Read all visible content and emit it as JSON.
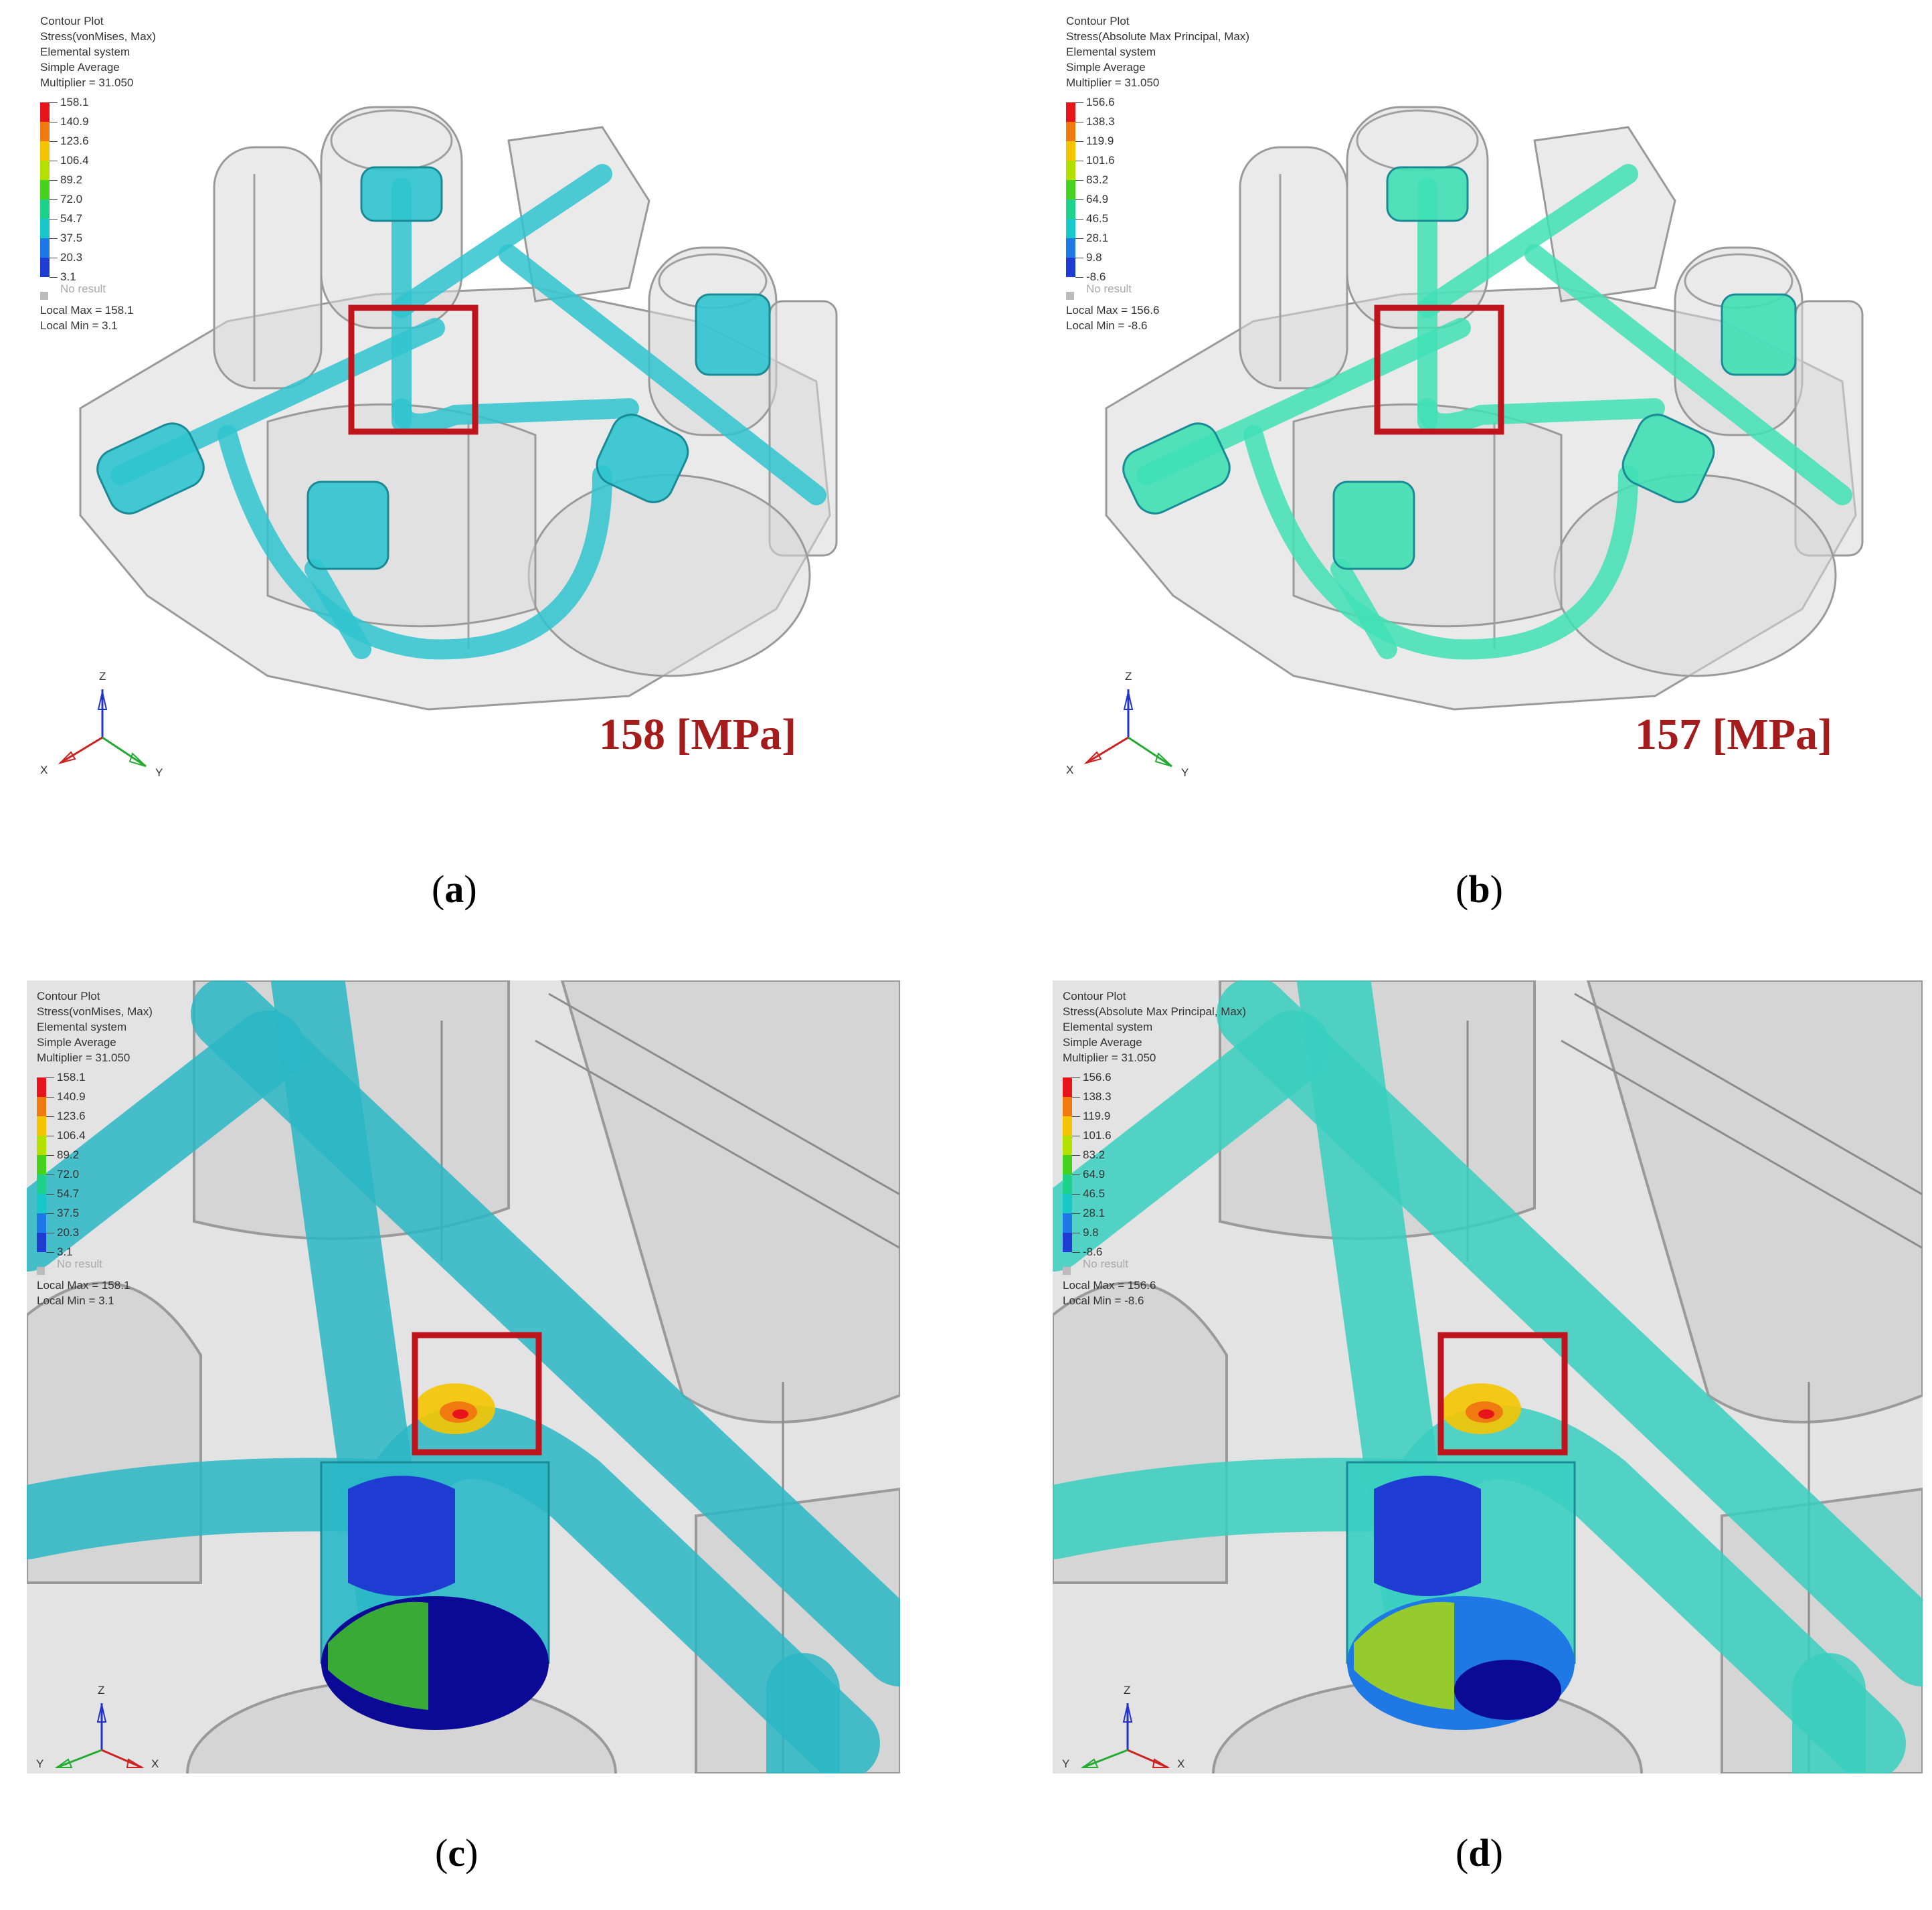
{
  "panels": [
    {
      "id": "a",
      "caption_letter": "a",
      "legend": {
        "header": [
          "Contour Plot",
          "Stress(vonMises, Max)",
          "Elemental system",
          "Simple Average",
          "Multiplier = 31.050"
        ],
        "levels": [
          "158.1",
          "140.9",
          "123.6",
          "106.4",
          "89.2",
          "72.0",
          "54.7",
          "37.5",
          "20.3",
          "3.1"
        ],
        "no_result": "No result",
        "local_max": "Local Max = 158.1",
        "local_min": "Local Min = 3.1"
      },
      "max_stress": "158 [MPa]",
      "axes": {
        "z": "Z",
        "x": "X",
        "y": "Y"
      },
      "tube_color": "#2fc4cf"
    },
    {
      "id": "b",
      "caption_letter": "b",
      "legend": {
        "header": [
          "Contour Plot",
          "Stress(Absolute Max Principal, Max)",
          "Elemental system",
          "Simple Average",
          "Multiplier = 31.050"
        ],
        "levels": [
          "156.6",
          "138.3",
          "119.9",
          "101.6",
          "83.2",
          "64.9",
          "46.5",
          "28.1",
          "9.8",
          "-8.6"
        ],
        "no_result": "No result",
        "local_max": "Local Max = 156.6",
        "local_min": "Local Min = -8.6"
      },
      "max_stress": "157 [MPa]",
      "axes": {
        "z": "Z",
        "x": "X",
        "y": "Y"
      },
      "tube_color": "#3fe0b4"
    },
    {
      "id": "c",
      "caption_letter": "c",
      "legend": {
        "header": [
          "Contour Plot",
          "Stress(vonMises, Max)",
          "Elemental system",
          "Simple Average",
          "Multiplier = 31.050"
        ],
        "levels": [
          "158.1",
          "140.9",
          "123.6",
          "106.4",
          "89.2",
          "72.0",
          "54.7",
          "37.5",
          "20.3",
          "3.1"
        ],
        "no_result": "No result",
        "local_max": "Local Max = 158.1",
        "local_min": "Local Min = 3.1"
      },
      "axes": {
        "z": "Z",
        "x": "X",
        "y": "Y"
      },
      "tube_color": "#2ab7c6"
    },
    {
      "id": "d",
      "caption_letter": "d",
      "legend": {
        "header": [
          "Contour Plot",
          "Stress(Absolute Max Principal, Max)",
          "Elemental system",
          "Simple Average",
          "Multiplier = 31.050"
        ],
        "levels": [
          "156.6",
          "138.3",
          "119.9",
          "101.6",
          "83.2",
          "64.9",
          "46.5",
          "28.1",
          "9.8",
          "-8.6"
        ],
        "no_result": "No result",
        "local_max": "Local Max = 156.6",
        "local_min": "Local Min = -8.6"
      },
      "axes": {
        "z": "Z",
        "x": "X",
        "y": "Y"
      },
      "tube_color": "#38cfc0"
    }
  ],
  "legend_colors": [
    "#e8141c",
    "#f07a10",
    "#f5c400",
    "#b4e000",
    "#46d21e",
    "#1ed28c",
    "#18c8c8",
    "#1e78e6",
    "#1e3cd2",
    "#0a0a96"
  ],
  "highlight_color": "#c0141c"
}
